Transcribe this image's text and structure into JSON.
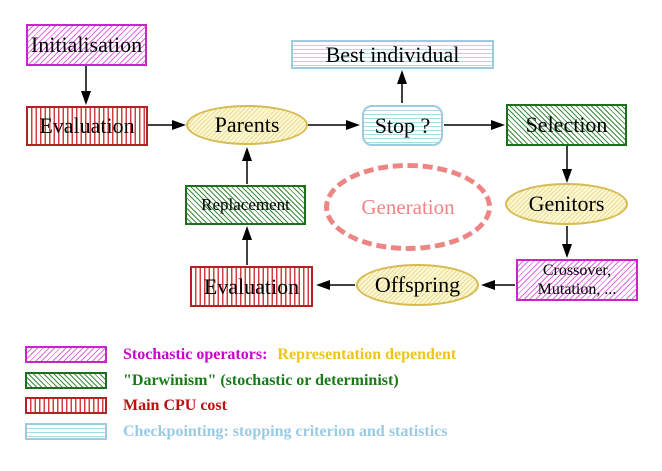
{
  "nodes": {
    "initialisation": {
      "label": "Initialisation"
    },
    "evaluation_top": {
      "label": "Evaluation"
    },
    "parents": {
      "label": "Parents"
    },
    "best_individual": {
      "label": "Best individual"
    },
    "stop": {
      "label": "Stop ?"
    },
    "selection": {
      "label": "Selection"
    },
    "genitors": {
      "label": "Genitors"
    },
    "crossover_mutation": {
      "line1": "Crossover,",
      "line2": "Mutation, ..."
    },
    "offspring": {
      "label": "Offspring"
    },
    "evaluation_bottom": {
      "label": "Evaluation"
    },
    "replacement": {
      "label": "Replacement"
    },
    "generation": {
      "label": "Generation"
    }
  },
  "legend": {
    "stochastic": {
      "label": "Stochastic operators:",
      "suffix": "Representation dependent",
      "label_color": "#cc00cc",
      "suffix_color": "#eec517",
      "pattern": "magenta-diagonal-hatch"
    },
    "darwinism": {
      "label": "\"Darwinism\" (stochastic or determinist)",
      "label_color": "#1a7a1a",
      "pattern": "green-diagonal-hatch"
    },
    "cpu": {
      "label": "Main CPU cost",
      "label_color": "#bb1111",
      "pattern": "red-vertical-stripes"
    },
    "checkpointing": {
      "label": "Checkpointing: stopping criterion and statistics",
      "label_color": "#99cbe4",
      "pattern": "cyan-horizontal-stripes"
    }
  },
  "colors": {
    "stochastic_magenta": "#cc22cc",
    "darwinism_green": "#1e6e1e",
    "cpu_red": "#b22222",
    "checkpoint_cyan": "#9fcbe0",
    "operator_yellow": "#d6ba52",
    "generation_salmon": "#ee8585",
    "arrow_black": "#000000"
  }
}
